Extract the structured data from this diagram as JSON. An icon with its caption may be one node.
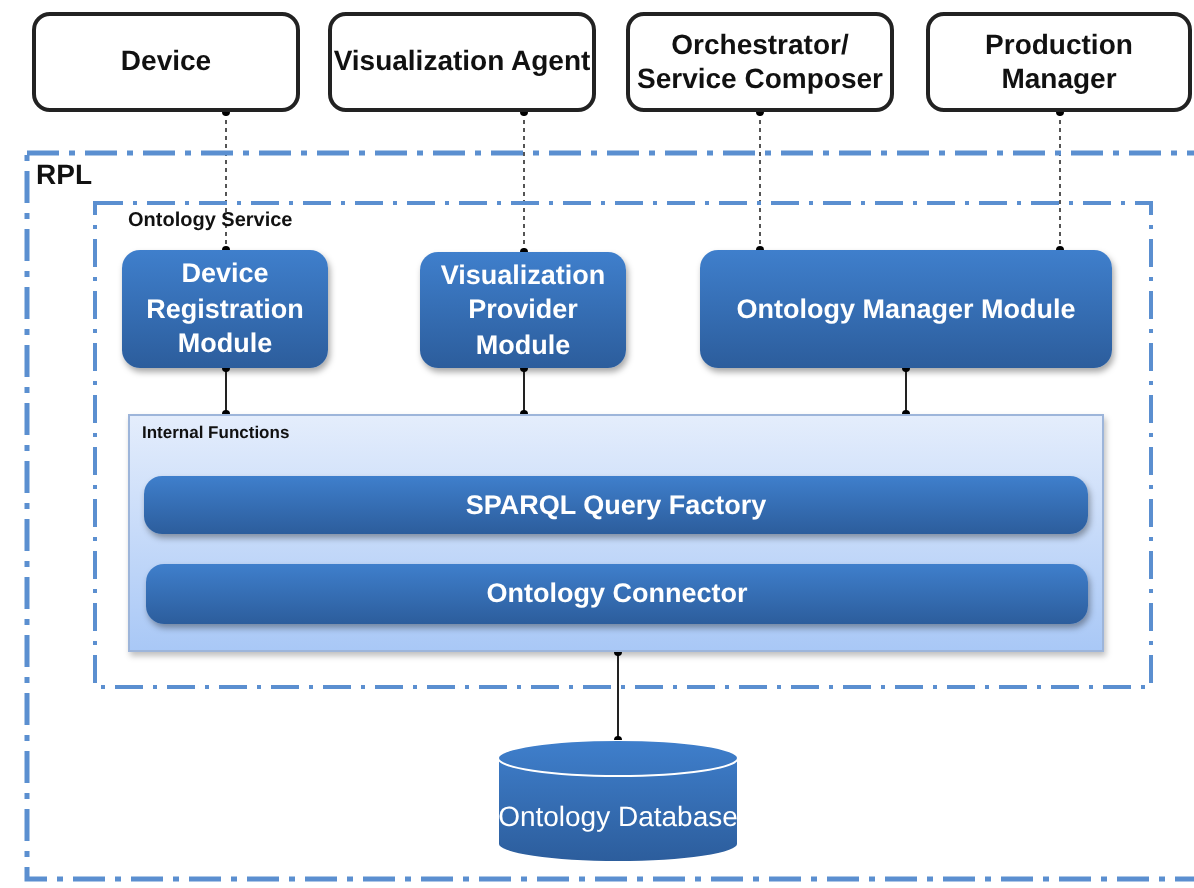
{
  "diagram": {
    "nodes": [
      {
        "text": [
          "Device"
        ]
      },
      {
        "text": [
          "Visualization Agent"
        ]
      },
      {
        "text": [
          "Orchestrator/ Service Composer"
        ]
      },
      {
        "text": [
          "Production Manager"
        ]
      },
      {
        "text": [
          "RPL"
        ]
      },
      {
        "text": [
          "Ontology Service"
        ],
        "in": 4
      },
      {
        "text": [
          "Device Registration Module"
        ],
        "in": 5
      },
      {
        "text": [
          "Visualization Provider Module"
        ],
        "in": 5
      },
      {
        "text": [
          "Ontology Manager Module"
        ],
        "in": 5
      },
      {
        "text": [
          "Internal Functions"
        ],
        "in": 5
      },
      {
        "text": [
          "SPARQL Query Factory"
        ],
        "in": 9
      },
      {
        "text": [
          "Ontology Connector"
        ],
        "in": 9
      },
      {
        "text": [
          "Ontology Database"
        ],
        "in": 4
      }
    ],
    "edges": [
      {
        "from": 0,
        "to": 6,
        "arrow": "other",
        "style": "dashed"
      },
      {
        "from": 1,
        "to": 7,
        "arrow": "other",
        "style": "dashed"
      },
      {
        "from": 2,
        "to": 8,
        "arrow": "other",
        "style": "dashed"
      },
      {
        "from": 3,
        "to": 8,
        "arrow": "other",
        "style": "dashed"
      },
      {
        "from": 6,
        "to": 9,
        "arrow": "other"
      },
      {
        "from": 7,
        "to": 9,
        "arrow": "other"
      },
      {
        "from": 8,
        "to": 9,
        "arrow": "other"
      },
      {
        "from": 9,
        "to": 12,
        "arrow": "other"
      }
    ]
  }
}
